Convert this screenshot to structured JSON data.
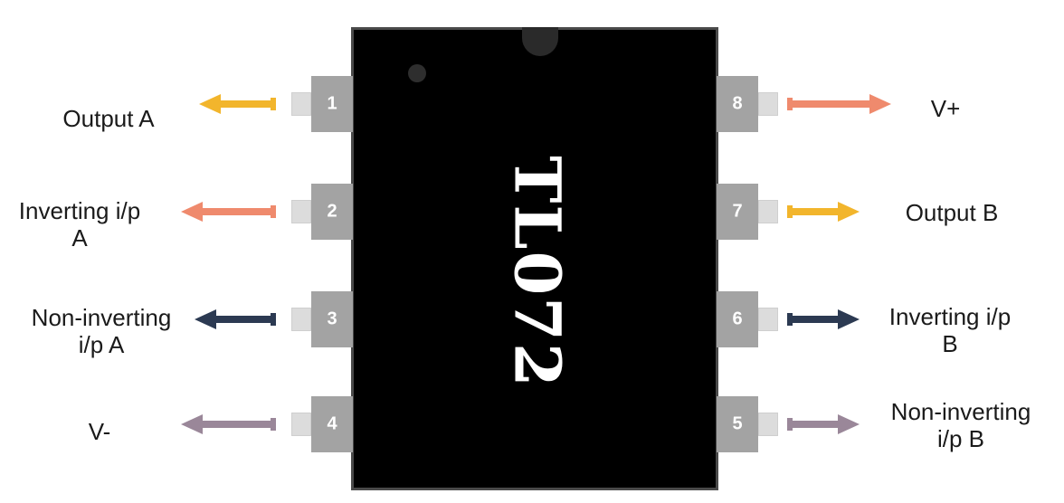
{
  "chip": {
    "part_number": "TL072"
  },
  "colors": {
    "yellow": "#f2b52c",
    "salmon": "#ef8a6d",
    "navy": "#2c3a52",
    "mauve": "#9a8799"
  },
  "pins": [
    {
      "number": "1",
      "label_lines": [
        "Output A"
      ],
      "arrow_color": "#f2b52c",
      "direction": "out"
    },
    {
      "number": "2",
      "label_lines": [
        "Inverting i/p",
        "A"
      ],
      "arrow_color": "#ef8a6d",
      "direction": "in"
    },
    {
      "number": "3",
      "label_lines": [
        "Non-inverting",
        "i/p  A"
      ],
      "arrow_color": "#2c3a52",
      "direction": "in"
    },
    {
      "number": "4",
      "label_lines": [
        "V-"
      ],
      "arrow_color": "#9a8799",
      "direction": "power"
    },
    {
      "number": "5",
      "label_lines": [
        "Non-inverting",
        "i/p  B"
      ],
      "arrow_color": "#9a8799",
      "direction": "in"
    },
    {
      "number": "6",
      "label_lines": [
        "Inverting i/p",
        "B"
      ],
      "arrow_color": "#2c3a52",
      "direction": "in"
    },
    {
      "number": "7",
      "label_lines": [
        "Output B"
      ],
      "arrow_color": "#f2b52c",
      "direction": "out"
    },
    {
      "number": "8",
      "label_lines": [
        "V+"
      ],
      "arrow_color": "#ef8a6d",
      "direction": "power"
    }
  ]
}
